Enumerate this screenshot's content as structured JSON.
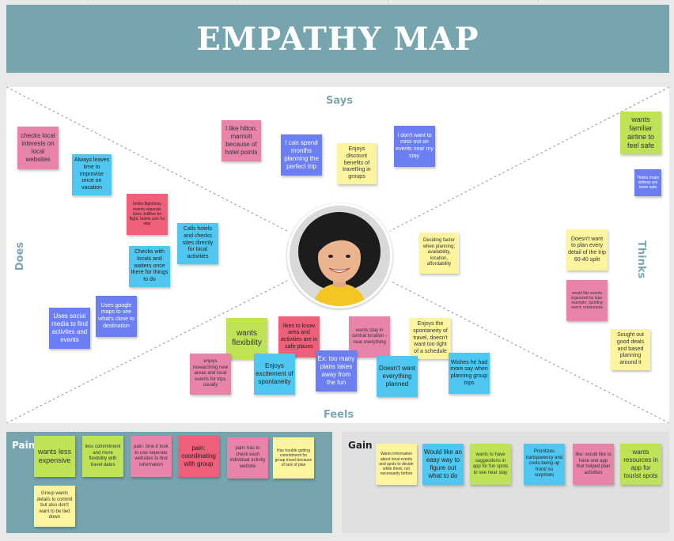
{
  "title": "EMPATHY MAP",
  "quadrants": {
    "says": "Says",
    "thinks": "Thinks",
    "does": "Does",
    "feels": "Feels"
  },
  "avatar_icon": "woman-portrait-icon",
  "notes": {
    "says_hilton": "I like hilton, marriott because of hotel points",
    "says_months": "I can spend months planning the perfect trip",
    "says_discount": "Enjoys discount benefits of travelling in groups",
    "says_missout": "I don't want to miss out on events near my stay.",
    "thinks_airline": "wants familiar airline to feel safe",
    "thinks_major": "Thinks major airlines are more safe",
    "thinks_deciding": "Deciding factor when planning; availability, location, affordability",
    "thinks_plan": "Doesn't want to plan every detail of the trip 60-40 split",
    "thinks_events": "would like events organized by type: example; sporting event, restaurants",
    "thinks_deals": "Sought out good deals and based planning around it",
    "does_checks": "checks local interests on local websites",
    "does_leaves": "Always leaves time to improvise once on vacation",
    "does_books": "books flight/stay events separate Uses JetBlue for flight, hotels.com for stay",
    "does_calls": "Calls hotels and checks sites directly for local activities",
    "does_locals": "Checks with locals and waiters once there for things to do",
    "does_google": "Uses google maps to see what's close to destination",
    "does_social": "Uses social media to find activites and events",
    "feels_flex": "wants flexibility",
    "feels_know": "likes to know area and activities are in safe places",
    "feels_central": "wants stay in central location - near everything",
    "feels_spont": "Enjoys the spontaneity of travel, doesn't want too tight of a schedule",
    "feels_research": "enjoys researching new areas and local events for trips usually",
    "feels_excite": "Enjoys excitement of spontaneity",
    "feels_toomany": "Ex: too many plans takes away from the fun",
    "feels_everything": "Doesn't want everything planned",
    "feels_wishes": "Wishes he had more say when planning group trips"
  },
  "pain": {
    "label": "Pain",
    "items": [
      "wants less expensive",
      "less commitment and more flexibility with travel dates",
      "pain: time it took to use seperate websites to find information",
      "pain: coordinating with group",
      "pain: has to check each individual activity website",
      "Has trouble getting commitment for group travel because of lack of plan",
      "Group wants details to commit but also don't want to be tied down"
    ]
  },
  "gain": {
    "label": "Gain",
    "items": [
      "Wants information about local events and spots to decide while there; not necessarily before",
      "Would like an easy way to figure out what to do",
      "wants to have suggestions in app for fun spots to see near stay",
      "Prioritizes transparency and costs being up front/ no surprises",
      "like: would like to have one app that helped plan activities",
      "wants resources in app for tourist spots"
    ]
  }
}
